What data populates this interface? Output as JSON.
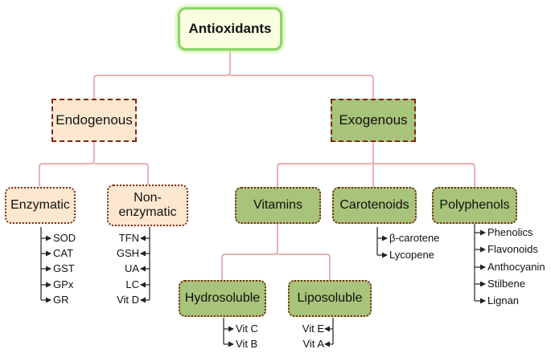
{
  "root": "Antioxidants",
  "endogenous": "Endogenous",
  "exogenous": "Exogenous",
  "enzymatic": {
    "label": "Enzymatic",
    "items": [
      "SOD",
      "CAT",
      "GST",
      "GPx",
      "GR"
    ]
  },
  "non_enzymatic": {
    "label_line1": "Non-",
    "label_line2": "enzymatic",
    "items": [
      "TFN",
      "GSH",
      "UA",
      "LC",
      "Vit D"
    ]
  },
  "vitamins": "Vitamins",
  "carotenoids": {
    "label": "Carotenoids",
    "items": [
      "β-carotene",
      "Lycopene"
    ]
  },
  "polyphenols": {
    "label": "Polyphenols",
    "items": [
      "Phenolics",
      "Flavonoids",
      "Anthocyanin",
      "Stilbene",
      "Lignan"
    ]
  },
  "hydrosoluble": {
    "label": "Hydrosoluble",
    "items": [
      "Vit C",
      "Vit B"
    ]
  },
  "liposoluble": {
    "label": "Liposoluble",
    "items": [
      "Vit E",
      "Vit A"
    ]
  },
  "colors": {
    "connector": "#d98282",
    "arrow": "#222222",
    "peach_fill": "#fde8cf",
    "green_fill": "#a8c37a",
    "root_border": "#8cd36a",
    "box_border": "#7a2a16"
  }
}
